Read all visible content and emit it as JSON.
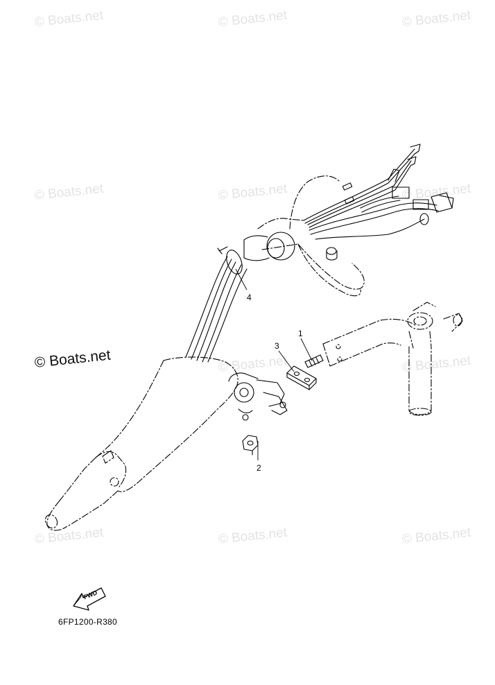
{
  "watermark": {
    "text": "© Boats.net",
    "prominent_text": "© Boats.net"
  },
  "callouts": [
    {
      "label": "1"
    },
    {
      "label": "2"
    },
    {
      "label": "3"
    },
    {
      "label": "4"
    }
  ],
  "fwd_badge": {
    "text": "FWD"
  },
  "diagram_code": "6FP1200-R380",
  "colors": {
    "line": "#000000",
    "watermark": "#e3e3e3",
    "background": "#ffffff"
  }
}
